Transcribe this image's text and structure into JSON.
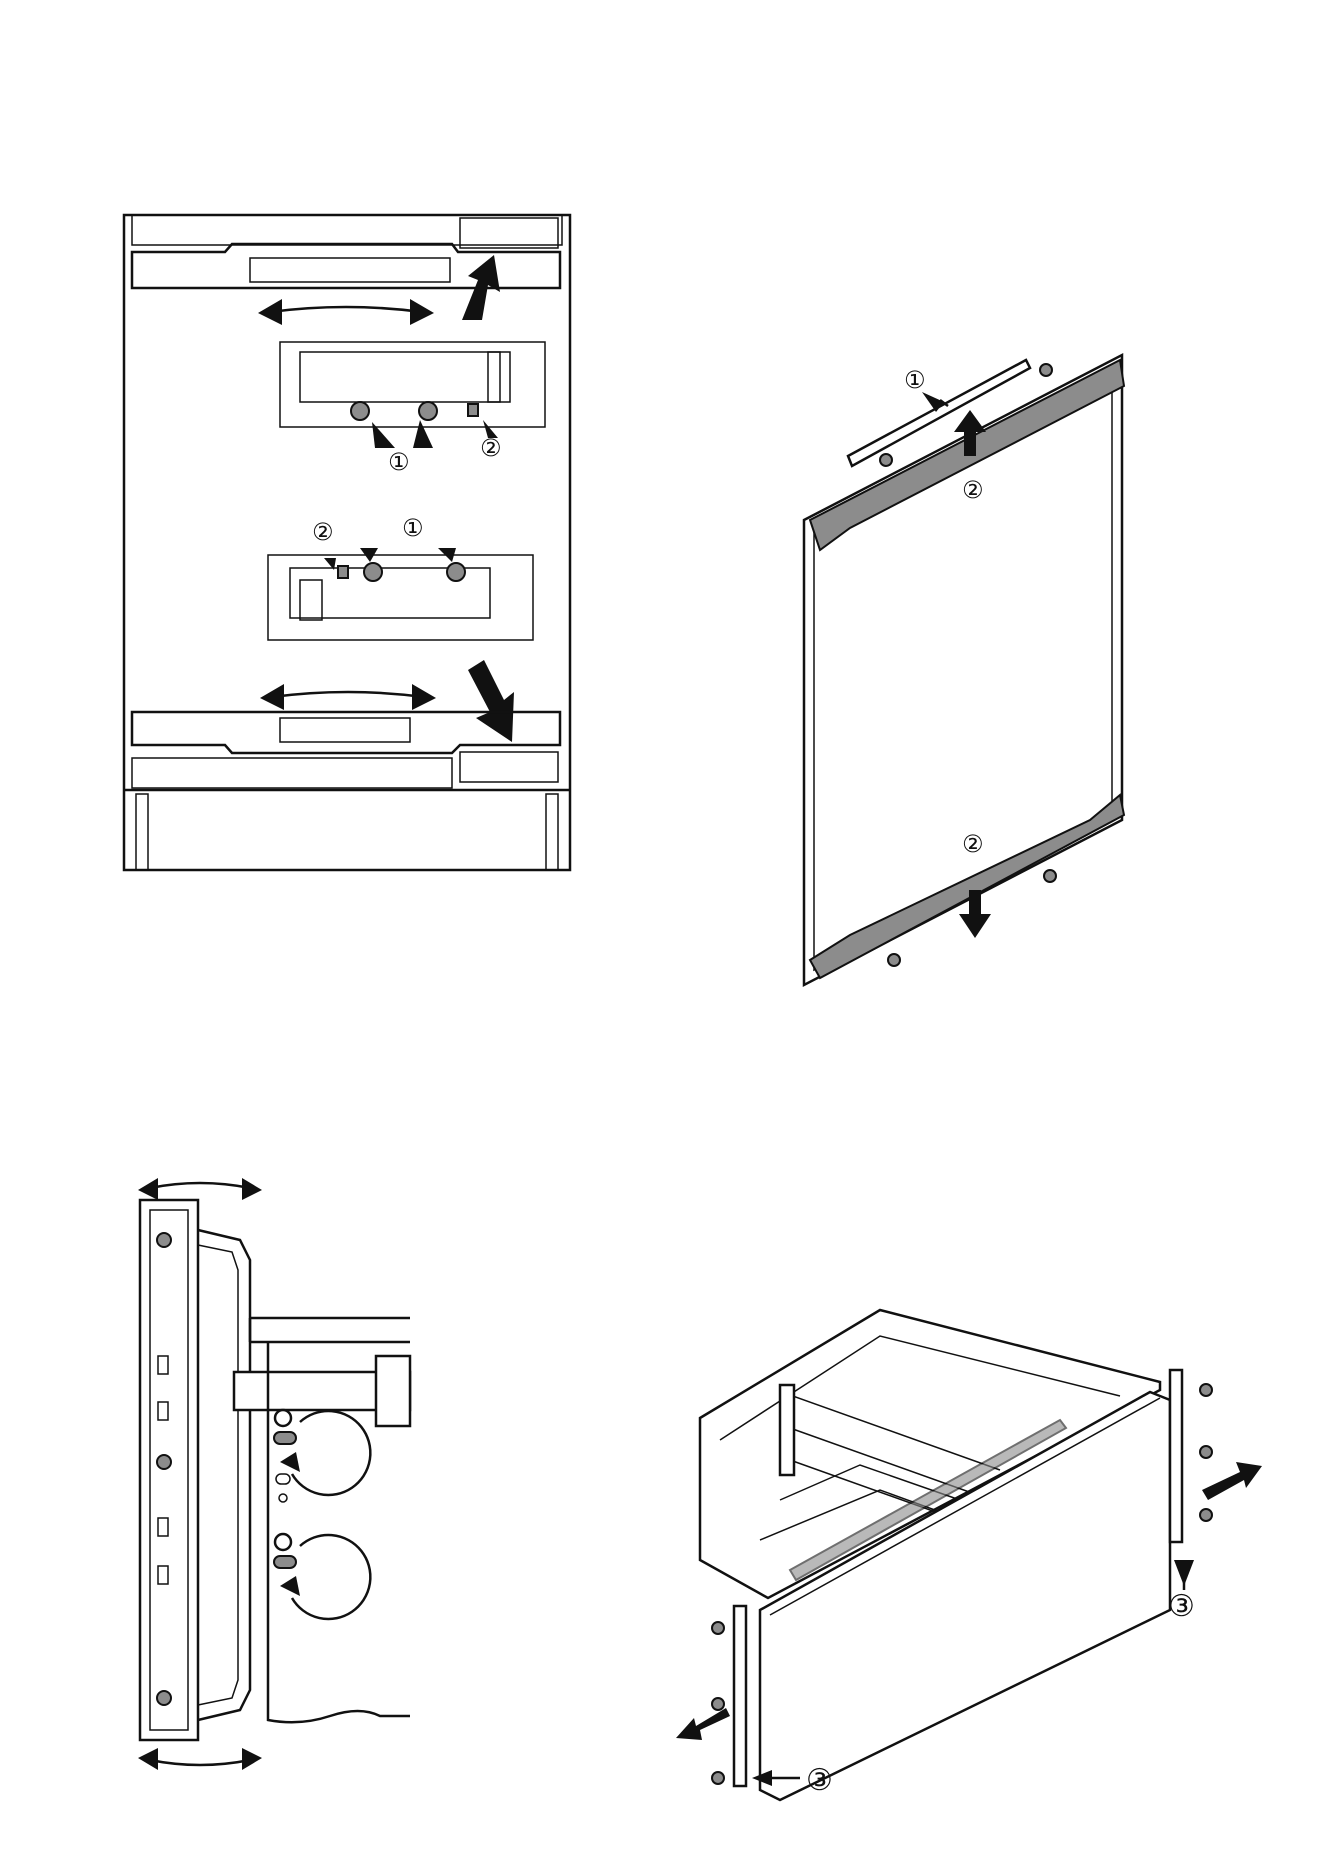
{
  "callouts": {
    "one": "①",
    "two": "②",
    "three": "③"
  },
  "colors": {
    "line": "#111111",
    "part_fill": "#8c8c8c",
    "background": "#ffffff"
  },
  "icons": [
    "double-headed-arrow-icon",
    "direction-arrow-icon",
    "screw-icon"
  ]
}
